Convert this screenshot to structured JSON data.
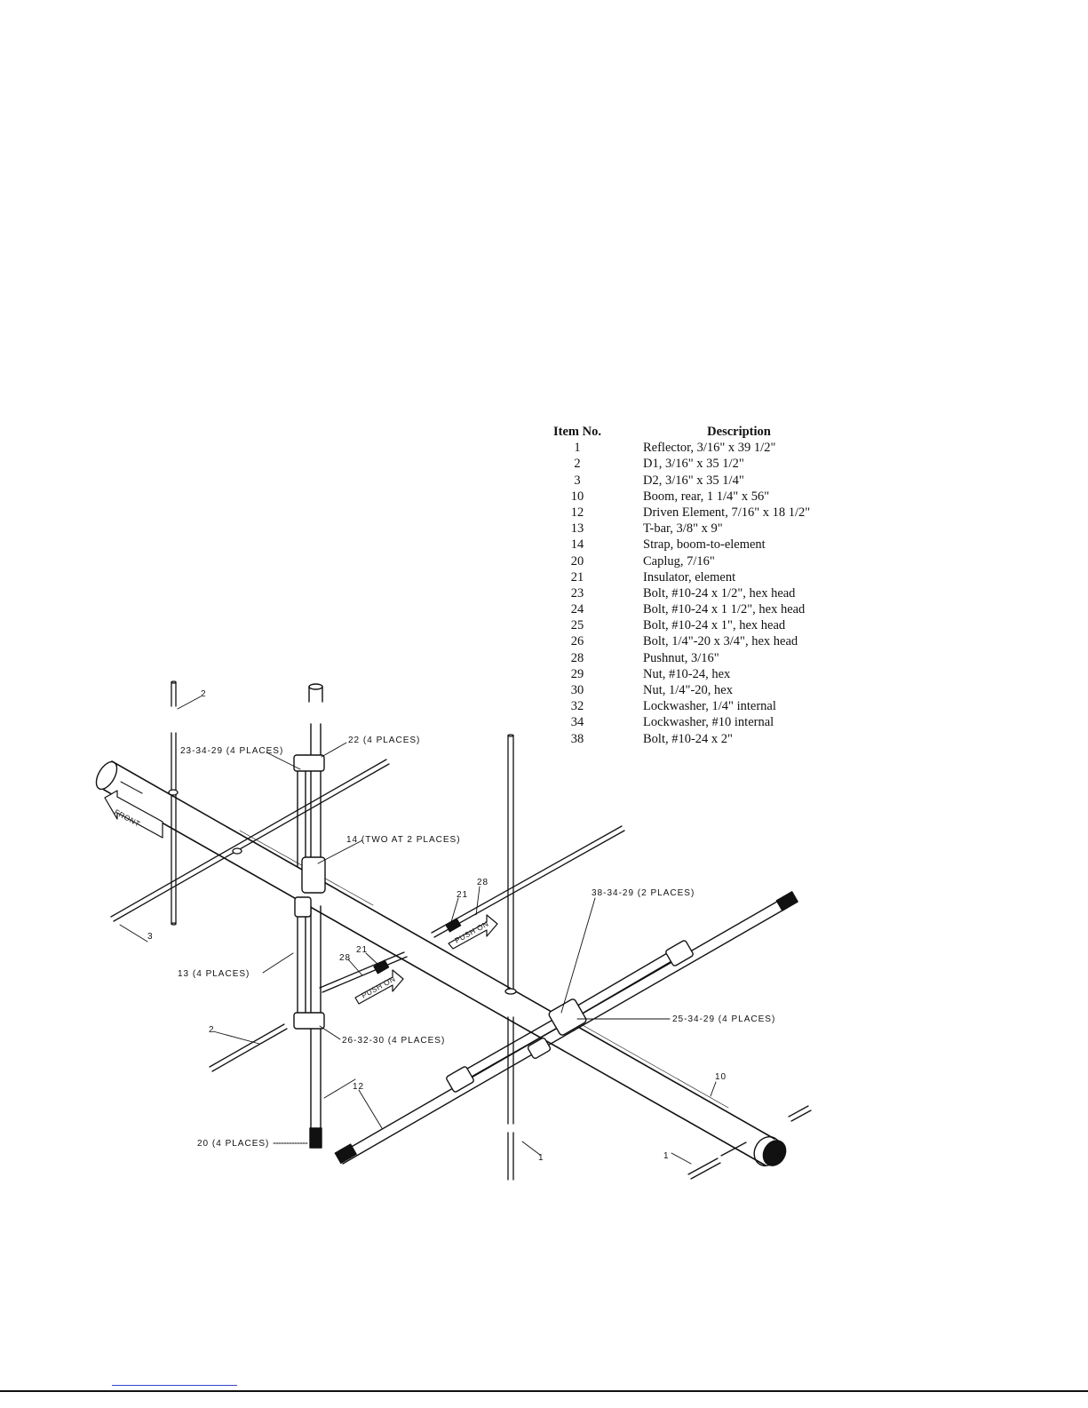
{
  "parts_table": {
    "header_item": "Item No.",
    "header_description": "Description",
    "rows": [
      {
        "item": "1",
        "description": "Reflector, 3/16\" x 39 1/2\""
      },
      {
        "item": "2",
        "description": "D1, 3/16\" x 35 1/2\""
      },
      {
        "item": "3",
        "description": "D2, 3/16\" x 35 1/4\""
      },
      {
        "item": "10",
        "description": "Boom, rear, 1 1/4\" x 56\""
      },
      {
        "item": "12",
        "description": "Driven Element, 7/16\" x 18 1/2\""
      },
      {
        "item": "13",
        "description": "T-bar, 3/8\" x 9\""
      },
      {
        "item": "14",
        "description": "Strap, boom-to-element"
      },
      {
        "item": "20",
        "description": "Caplug, 7/16\""
      },
      {
        "item": "21",
        "description": "Insulator, element"
      },
      {
        "item": "23",
        "description": "Bolt, #10-24 x 1/2\", hex head"
      },
      {
        "item": "24",
        "description": "Bolt, #10-24 x 1 1/2\", hex head"
      },
      {
        "item": "25",
        "description": "Bolt, #10-24 x 1\", hex head"
      },
      {
        "item": "26",
        "description": "Bolt, 1/4\"-20 x 3/4\", hex head"
      },
      {
        "item": "28",
        "description": "Pushnut, 3/16\""
      },
      {
        "item": "29",
        "description": "Nut, #10-24, hex"
      },
      {
        "item": "30",
        "description": "Nut, 1/4\"-20, hex"
      },
      {
        "item": "32",
        "description": "Lockwasher, 1/4\" internal"
      },
      {
        "item": "34",
        "description": "Lockwasher, #10 internal"
      },
      {
        "item": "38",
        "description": "Bolt, #10-24 x 2\""
      }
    ]
  },
  "callouts": {
    "c2_top": "2",
    "c23_34_29": "23-34-29 (4 PLACES)",
    "c22": "22 (4 PLACES)",
    "c14": "14 (TWO AT 2 PLACES)",
    "c3": "3",
    "c21_upper": "21",
    "c28_upper": "28",
    "c38_34_29": "38-34-29 (2 PLACES)",
    "c28_lower": "28",
    "c21_lower": "21",
    "c13": "13 (4 PLACES)",
    "c25_34_29": "25-34-29 (4 PLACES)",
    "c2_lower": "2",
    "c26_32_30": "26-32-30 (4 PLACES)",
    "c10": "10",
    "c12": "12",
    "c20": "20 (4 PLACES)",
    "c1_center": "1",
    "c1_right": "1"
  },
  "stencils": {
    "front": "FRONT",
    "push_on_upper": "PUSH ON",
    "push_on_lower": "PUSH ON"
  },
  "colors": {
    "ink": "#111111",
    "link_blue": "#3344cc"
  }
}
